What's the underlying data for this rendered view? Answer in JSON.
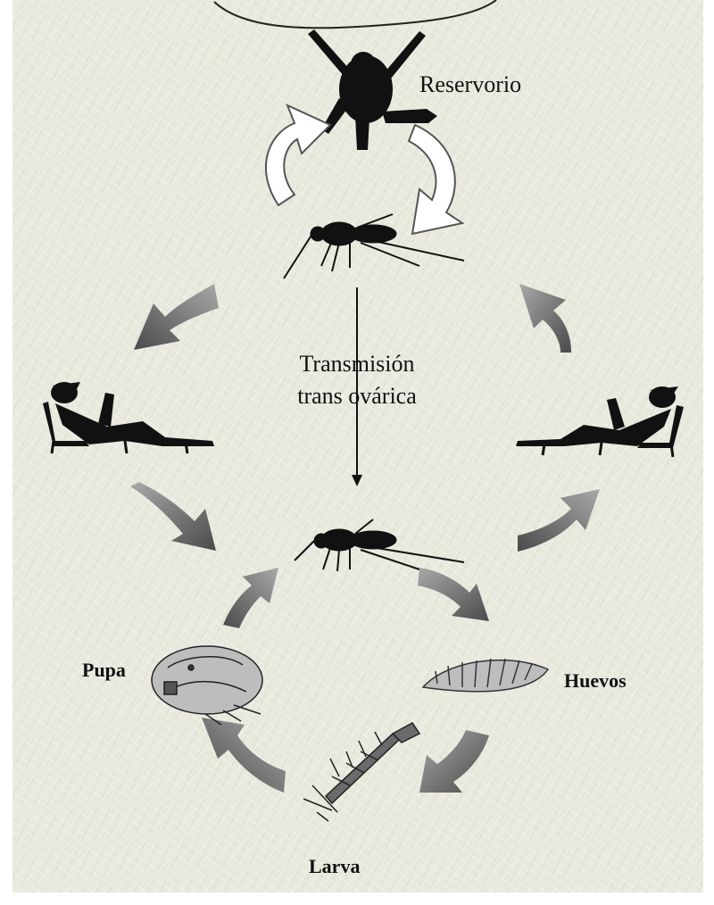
{
  "labels": {
    "reservoir": "Reservorio",
    "transmission_line1": "Transmisión",
    "transmission_line2": "trans ovárica",
    "pupa": "Pupa",
    "eggs": "Huevos",
    "larva": "Larva"
  },
  "colors": {
    "background": "#e9e8dd",
    "silhouette": "#111111",
    "grey_arrow": "#6f6f6f",
    "white_arrow": "#ffffff"
  }
}
